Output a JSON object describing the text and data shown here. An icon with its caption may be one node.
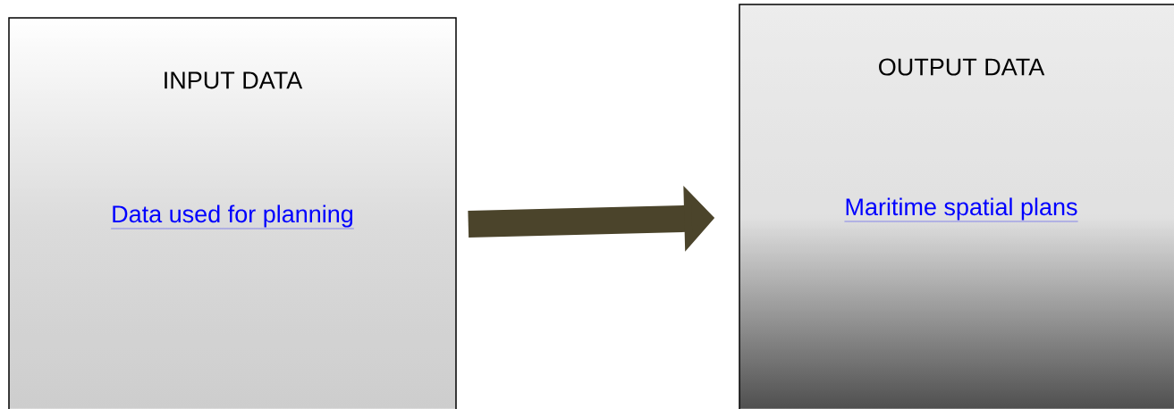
{
  "diagram": {
    "nodes": [
      {
        "text": [
          "INPUT DATA",
          "Data used for planning"
        ]
      },
      {
        "text": [
          "OUTPUT DATA",
          "Maritime spatial plans"
        ]
      }
    ],
    "edges": [
      {
        "from": 0,
        "to": 1,
        "arrow": "to"
      }
    ]
  }
}
